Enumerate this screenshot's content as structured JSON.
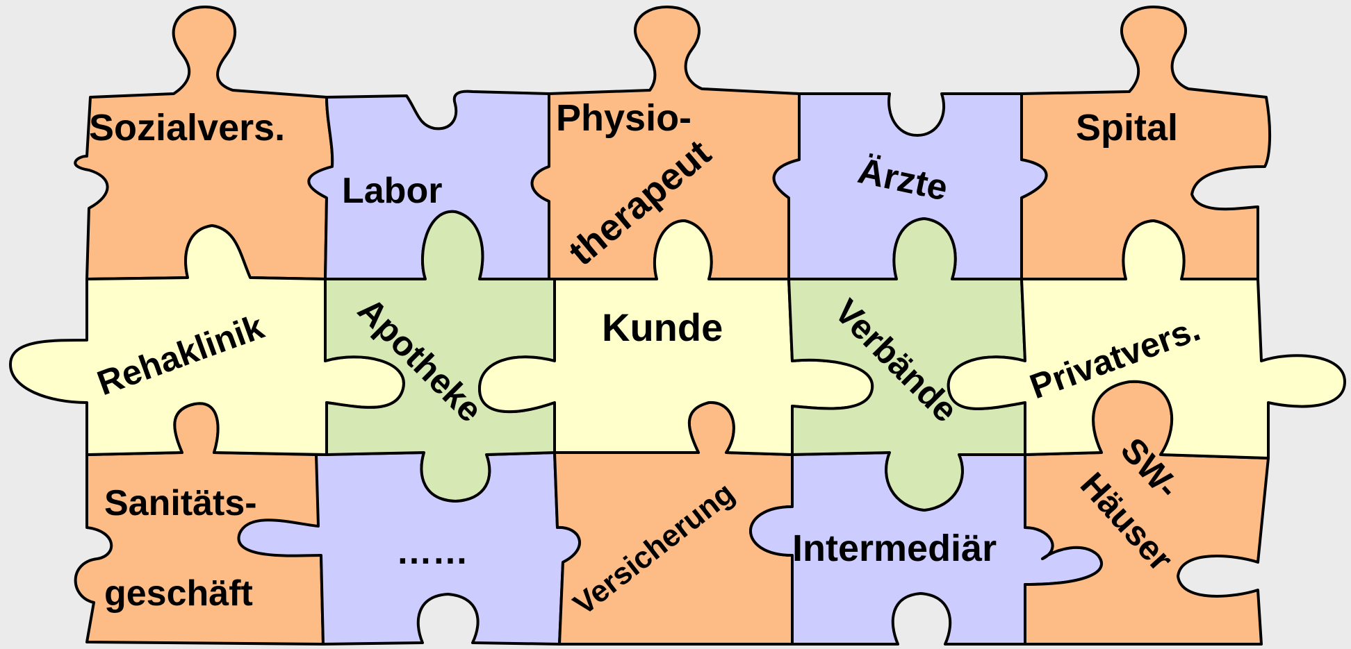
{
  "colors": {
    "background": "#ebebeb",
    "orange": "#fdbb85",
    "blue": "#ccccff",
    "green": "#d6e9b5",
    "yellow": "#ffffcc"
  },
  "pieces": {
    "sozialvers": "Sozialvers.",
    "labor": "Labor",
    "physio_line1": "Physio-",
    "physio_line2": "therapeut",
    "aerzte": "Ärzte",
    "spital": "Spital",
    "rehaklinik": "Rehaklinik",
    "apotheke": "Apotheke",
    "kunde": "Kunde",
    "verbaende": "Verbände",
    "privatvers": "Privatvers.",
    "sanitaets_line1": "Sanitäts-",
    "sanitaets_line2": "geschäft",
    "ellipsis": "……",
    "versicherung": "Versicherung",
    "intermediaer": "Intermediär",
    "sw_line1": "SW-",
    "sw_line2": "Häuser"
  }
}
